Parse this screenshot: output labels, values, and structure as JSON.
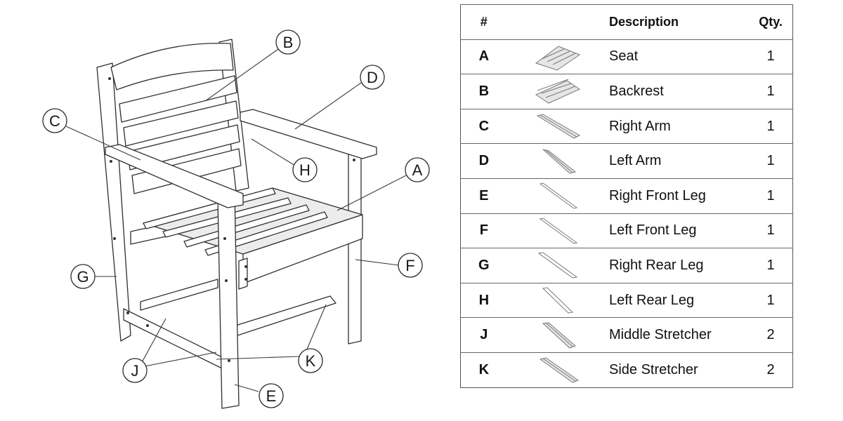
{
  "callouts": [
    {
      "id": "A",
      "label": "A"
    },
    {
      "id": "B",
      "label": "B"
    },
    {
      "id": "C",
      "label": "C"
    },
    {
      "id": "D",
      "label": "D"
    },
    {
      "id": "E",
      "label": "E"
    },
    {
      "id": "F",
      "label": "F"
    },
    {
      "id": "G",
      "label": "G"
    },
    {
      "id": "H",
      "label": "H"
    },
    {
      "id": "J",
      "label": "J"
    },
    {
      "id": "K",
      "label": "K"
    }
  ],
  "table": {
    "headers": {
      "id": "#",
      "description": "Description",
      "qty": "Qty."
    },
    "rows": [
      {
        "id": "A",
        "description": "Seat",
        "qty": "1",
        "icon": "seat-icon"
      },
      {
        "id": "B",
        "description": "Backrest",
        "qty": "1",
        "icon": "backrest-icon"
      },
      {
        "id": "C",
        "description": "Right Arm",
        "qty": "1",
        "icon": "right-arm-icon"
      },
      {
        "id": "D",
        "description": "Left Arm",
        "qty": "1",
        "icon": "left-arm-icon"
      },
      {
        "id": "E",
        "description": "Right Front Leg",
        "qty": "1",
        "icon": "right-front-leg-icon"
      },
      {
        "id": "F",
        "description": "Left Front Leg",
        "qty": "1",
        "icon": "left-front-leg-icon"
      },
      {
        "id": "G",
        "description": "Right Rear Leg",
        "qty": "1",
        "icon": "right-rear-leg-icon"
      },
      {
        "id": "H",
        "description": "Left Rear Leg",
        "qty": "1",
        "icon": "left-rear-leg-icon"
      },
      {
        "id": "J",
        "description": "Middle Stretcher",
        "qty": "2",
        "icon": "middle-stretcher-icon"
      },
      {
        "id": "K",
        "description": "Side Stretcher",
        "qty": "2",
        "icon": "side-stretcher-icon"
      }
    ]
  }
}
